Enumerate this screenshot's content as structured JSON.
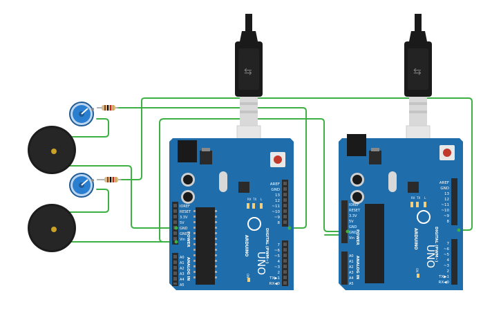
{
  "colors": {
    "board": "#1f6dab",
    "wire": "#3cb043",
    "header": "#2b2b2b",
    "usb_cable": "#1a1a1a",
    "pot": "#2b7fd0",
    "buzzer": "#1c1c1c",
    "resistor": "#d9b98a"
  },
  "boards": [
    {
      "brand": "ARDUINO",
      "model": "UNO",
      "power_label": "POWER",
      "analog_label": "ANALOG IN",
      "digital_label": "DIGITAL (PWM~)",
      "on_label": "ON",
      "led_labels": [
        "RX",
        "TX",
        "L"
      ],
      "power_pins": [
        "IOREF",
        "RESET",
        "3.3V",
        "5V",
        "GND",
        "GND",
        "Vin"
      ],
      "analog_pins": [
        "A0",
        "A1",
        "A2",
        "A3",
        "A4",
        "A5"
      ],
      "digital_top": [
        "AREF",
        "GND",
        "13",
        "12",
        "~11",
        "~10",
        "~9",
        "8"
      ],
      "digital_bottom": [
        "7",
        "~6",
        "~5",
        "4",
        "~3",
        "2",
        "TX▶1",
        "RX◀0"
      ]
    },
    {
      "brand": "ARDUINO",
      "model": "UNO",
      "power_label": "POWER",
      "analog_label": "ANALOG IN",
      "digital_label": "DIGITAL (PWM~)",
      "on_label": "ON",
      "led_labels": [
        "RX",
        "TX",
        "L"
      ],
      "power_pins": [
        "IOREF",
        "RESET",
        "3.3V",
        "5V",
        "GND",
        "GND",
        "Vin"
      ],
      "analog_pins": [
        "A0",
        "A1",
        "A2",
        "A3",
        "A4",
        "A5"
      ],
      "digital_top": [
        "AREF",
        "GND",
        "13",
        "12",
        "~11",
        "~10",
        "~9",
        "8"
      ],
      "digital_bottom": [
        "7",
        "~6",
        "~5",
        "4",
        "~3",
        "2",
        "TX▶1",
        "RX◀0"
      ]
    }
  ],
  "components": {
    "potentiometers": 2,
    "buzzers": 2,
    "resistors": 2,
    "usb_cables": 2
  }
}
